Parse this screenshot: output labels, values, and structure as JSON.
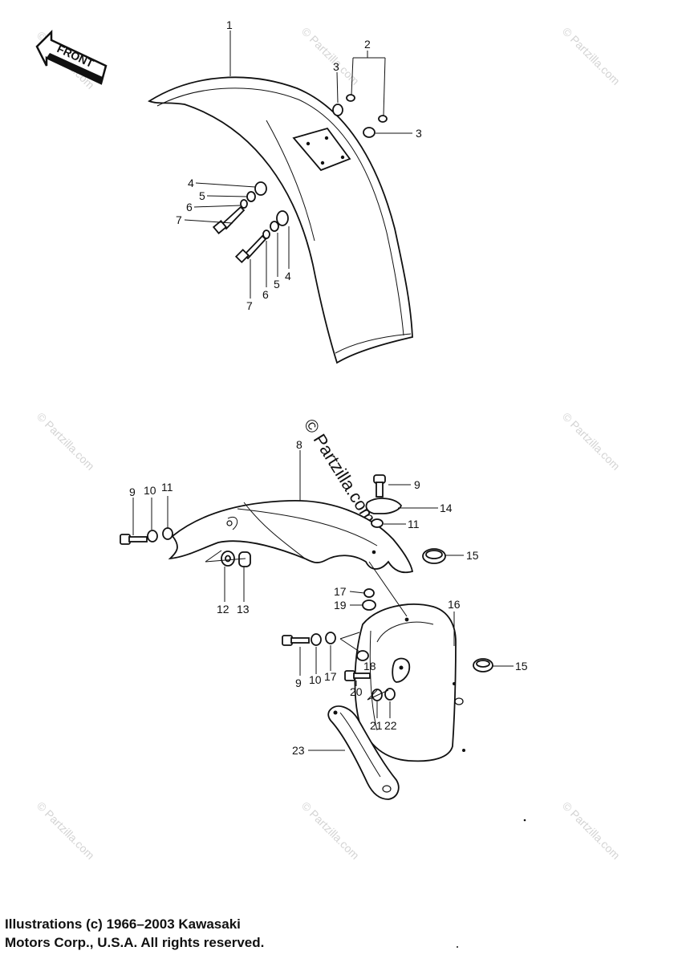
{
  "front_arrow_label": "FRONT",
  "watermark_text": "© Partzilla.com",
  "copyright": {
    "line1": "Illustrations (c) 1966–2003 Kawasaki",
    "line2": "Motors Corp., U.S.A.  All rights reserved."
  },
  "callouts": {
    "c1": "1",
    "c2": "2",
    "c3a": "3",
    "c3b": "3",
    "c4a": "4",
    "c5a": "5",
    "c6a": "6",
    "c7a": "7",
    "c4b": "4",
    "c5b": "5",
    "c6b": "6",
    "c7b": "7",
    "c8": "8",
    "c9a": "9",
    "c10a": "10",
    "c11a": "11",
    "c9b": "9",
    "c14": "14",
    "c11b": "11",
    "c15a": "15",
    "c12": "12",
    "c13": "13",
    "c17a": "17",
    "c19": "19",
    "c16": "16",
    "c9c": "9",
    "c10b": "10",
    "c17b": "17",
    "c18": "18",
    "c20": "20",
    "c15b": "15",
    "c21": "21",
    "c22": "22",
    "c23": "23"
  }
}
